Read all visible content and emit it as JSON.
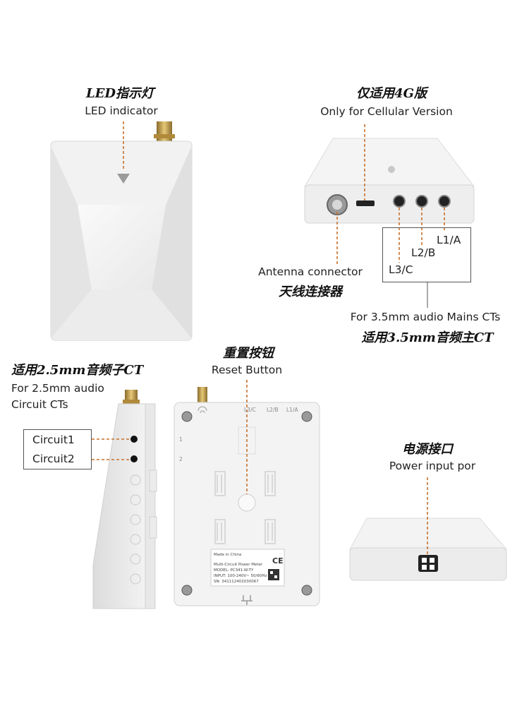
{
  "sections": {
    "led": {
      "title_cn": "LED指示灯",
      "title_en": "LED indicator"
    },
    "cellular": {
      "title_cn": "仅适用4G版",
      "title_en": "Only for Cellular Version"
    },
    "antenna": {
      "title_en": "Antenna connector",
      "title_cn": "天线连接器"
    },
    "mains_ct": {
      "labels": [
        "L1/A",
        "L2/B",
        "L3/C"
      ],
      "caption_en": "For 3.5mm audio Mains CTs",
      "caption_cn": "适用3.5mm音频主CT"
    },
    "circuit_ct": {
      "title_cn": "适用2.5mm音频子CT",
      "title_en_line1": "For 2.5mm audio",
      "title_en_line2": "Circuit CTs",
      "labels": [
        "Circuit1",
        "Circuit2"
      ]
    },
    "reset": {
      "title_cn": "重置按钮",
      "title_en": "Reset Button"
    },
    "power": {
      "title_cn": "电源接口",
      "title_en": "Power input por"
    }
  },
  "back_panel": {
    "port_labels": [
      "L3/C",
      "L2/B",
      "L1/A"
    ],
    "side_numbers": [
      "1",
      "2"
    ],
    "ce_mark": "CE",
    "nameplate": [
      "Made in China",
      "Multi-Circuit Power Meter",
      "MODEL: PC341-W-TY",
      "INPUT: 100-240V~ 50/60Hz",
      "SN: 341112402030067"
    ]
  }
}
